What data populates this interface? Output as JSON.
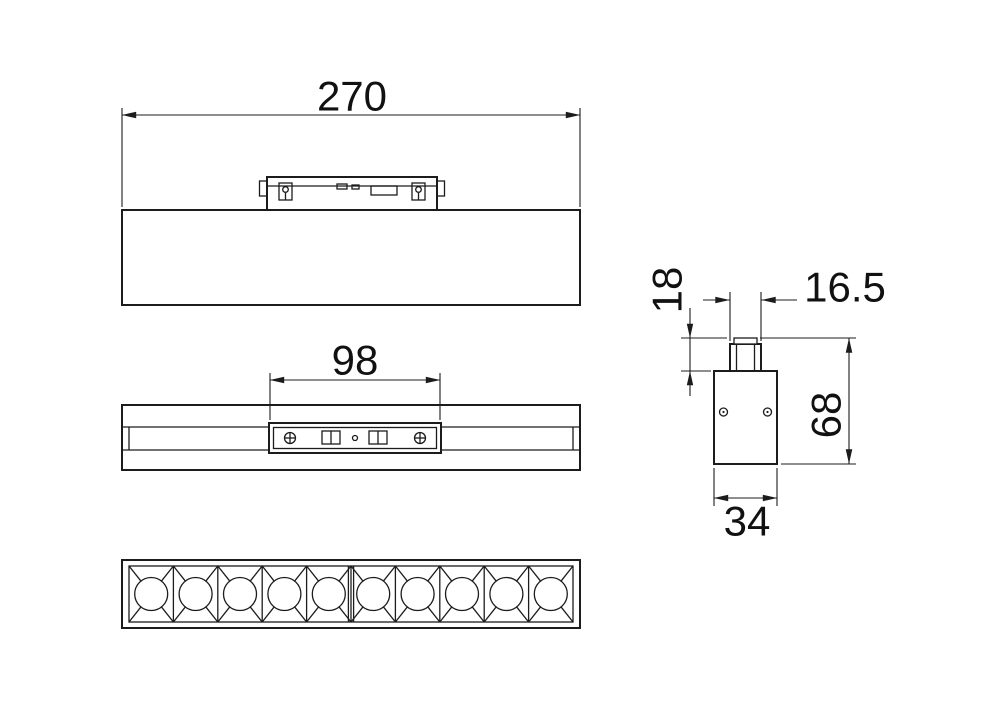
{
  "drawing": {
    "colors": {
      "line": "#1c1c1c",
      "text": "#111111",
      "background": "#ffffff"
    },
    "dimensions": {
      "overall_length": "270",
      "adapter_length": "98",
      "plug_height": "18",
      "plug_width": "16.5",
      "overall_height": "68",
      "body_width": "34"
    },
    "lens": {
      "cell_count": 10,
      "module_count": 2
    }
  }
}
